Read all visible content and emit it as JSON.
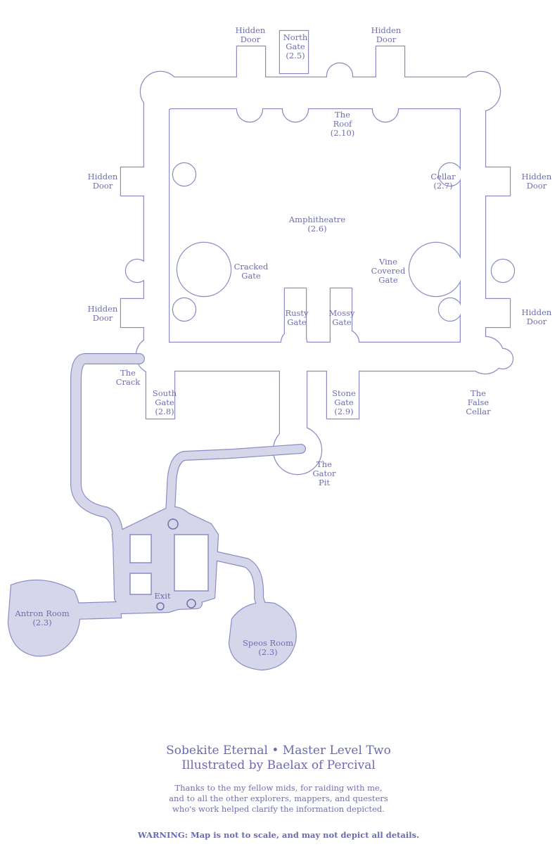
{
  "map": {
    "colors": {
      "line": "#8c8cc4",
      "cave_fill": "#d6d6ea",
      "text": "#6d6db0"
    },
    "labels": {
      "hidden_door_top_left": "Hidden\nDoor",
      "north_gate": "North\nGate\n(2.5)",
      "hidden_door_top_right": "Hidden\nDoor",
      "the_roof": "The\nRoof\n(2.10)",
      "hidden_door_left_upper": "Hidden\nDoor",
      "cellar": "Cellar\n(2.7)",
      "hidden_door_right_upper": "Hidden\nDoor",
      "amphitheatre": "Amphitheatre\n(2.6)",
      "cracked_gate": "Cracked\nGate",
      "vine_covered_gate": "Vine\nCovered\nGate",
      "hidden_door_left_lower": "Hidden\nDoor",
      "rusty_gate": "Rusty\nGate",
      "mossy_gate": "Mossy\nGate",
      "hidden_door_right_lower": "Hidden\nDoor",
      "the_crack": "The\nCrack",
      "south_gate": "South\nGate\n(2.8)",
      "stone_gate": "Stone\nGate\n(2.9)",
      "the_false_cellar": "The\nFalse\nCellar",
      "the_gator_pit": "The\nGator\nPit",
      "exit": "Exit",
      "antron_room": "Antron Room\n(2.3)",
      "speos_room": "Speos Room\n(2.3)"
    }
  },
  "footer": {
    "title_line1": "Sobekite Eternal • Master Level Two",
    "title_line2": "Illustrated by Baelax of Percival",
    "thanks_line1": "Thanks to the my fellow mids, for raiding with me,",
    "thanks_line2": "and to all the other explorers, mappers, and questers",
    "thanks_line3": "who's work helped clarify the information depicted.",
    "warning": "WARNING: Map is not to scale, and may not depict all details."
  }
}
